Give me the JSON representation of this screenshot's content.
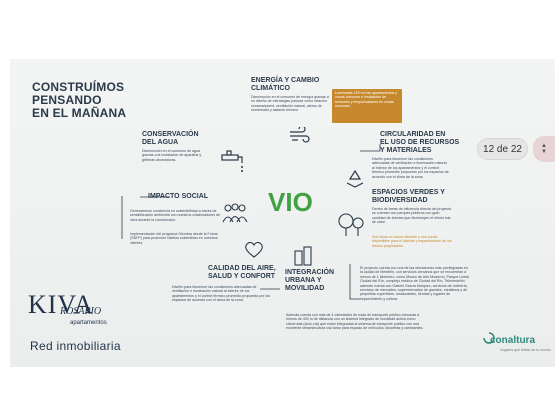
{
  "pager": {
    "label": "12 de 22"
  },
  "heading": {
    "line1": "CONSTRUÍMOS",
    "line2": "PENSANDO",
    "line3": "EN EL MAÑANA"
  },
  "energia": {
    "title1": "ENERGÍA Y CAMBIO",
    "title2": "CLIMÁTICO",
    "body": "Disminución en el consumo de energía gracias a un diseño de estrategias pasivas como relación ventana/pared, ventilación natural, aleros de sombreado y aislante térmico.",
    "box": "Luminarias LED en las apartamentos y zonas comunes e instalación de sensores y temporizadores en zonas comunes."
  },
  "agua": {
    "title1": "CONSERVACIÓN",
    "title2": "DEL AGUA",
    "body": "Disminución en el consumo de agua gracias a la instalación de aparatos y griferías ahorradoras."
  },
  "circularidad": {
    "title1": "CIRCULARIDAD EN",
    "title2": "EL USO DE RECURSOS",
    "title3": "Y MATERIALES",
    "body": "Diseño para favorecer las condiciones adecuadas de ventilación e iluminación natural al interior de los apartamentos y el confort térmico promedio propuesto por los espacios de acuerdo con el clima de la zona."
  },
  "impacto": {
    "title": "IMPACTO SOCIAL",
    "body1": "Generaremos conciencia en sostenibilidad a través de sensibilización ambiental con nuestros colaboradores de obra durante la construcción.",
    "body2": "Implementación del programa Siembra desde la Futuro (SDFP) para promover hábitos sostenibles en nuestros clientes."
  },
  "espacios": {
    "title1": "ESPACIOS VERDES Y",
    "title2": "BIODIVERSIDAD",
    "body": "Dentro de áreas de influencia directa del proyecto se cuentan con parques públicos con gran cantidad de árboles que disminuyen el efecto isla de calor.",
    "orange": "Son ideas en fauna silvestre y son zonas disponibles para el disfrute y esparcimiento de los futuros propietarios."
  },
  "vio": {
    "logo": "VIO"
  },
  "calidad": {
    "title1": "CALIDAD DEL AIRE,",
    "title2": "SALUD Y CONFORT",
    "body": "Diseño para favorecer las condiciones adecuadas de ventilación e iluminación natural al interior de los apartamentos y el confort térmico promedio propuesto por los espacios de acuerdo con el clima de la zona."
  },
  "integracion": {
    "title1": "INTEGRACIÓN",
    "title2": "URBANA Y",
    "title3": "MOVILIDAD",
    "body1": "El proyecto cuenta con una de las ubicaciones más privilegiadas en la ciudad de Medellín, con servicios cercanos que se encuentran a menos de 1 kilómetro, como Museo de Arte Moderno, Parque Lineal Ciudad del Río, complejo médico de Ciudad del Río, Telemedellín además cuenta con Gabriel García Márquez, servicios de hotelería, servicios de mercadeo, supermercados de grandes, medianos y de pequeñas superficies, restaurantes, tiendas y lugares de esparcimiento y cultura.",
    "body2": "Además cuenta con más de 4 variedades de rutas de transporte público cercanas a menos de 400 m de distancia con un sistema integrado de movilidad activa como ciclorrutas (ciclo-vía) que están integradas al sistema de transporte público con una excelente infraestructura vial tanto para espacio de vehículos, bicicletas y caminantes."
  },
  "brand": {
    "kiva": "KIVA",
    "rosario": "ROSARIO",
    "sub": "apartamentos",
    "red": "Red inmobiliaria",
    "conaltura": "conaltura",
    "conaltura_sub": "Hogares que brillan de tu mundo"
  },
  "colors": {
    "accent_orange": "#c7892e",
    "brand_green": "#3fa142",
    "dark": "#2a3a4a"
  }
}
